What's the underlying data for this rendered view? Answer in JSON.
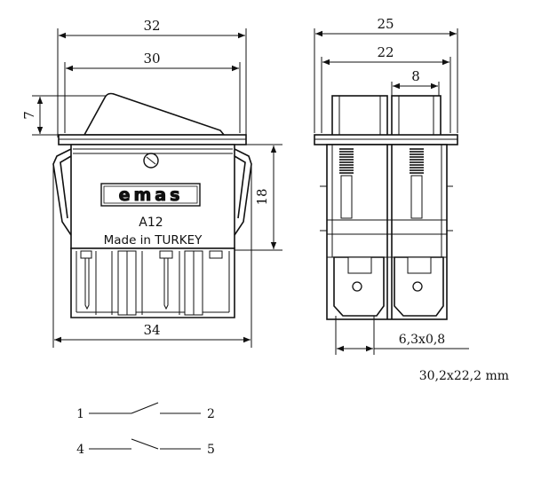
{
  "dimensions": {
    "overall_width_top": "32",
    "frame_width": "30",
    "rocker_height": "7",
    "body_height": "18",
    "base_width": "34",
    "side_width": "25",
    "side_inner_width": "22",
    "terminal_spacing": "8",
    "terminal_size": "6,3x0,8"
  },
  "cutout": "30,2x22,2 mm",
  "marking": {
    "brand": "emas",
    "model": "A12",
    "origin": "Made in TURKEY"
  },
  "schematic": {
    "switch1": {
      "left": "1",
      "right": "2"
    },
    "switch2": {
      "left": "4",
      "right": "5"
    }
  }
}
